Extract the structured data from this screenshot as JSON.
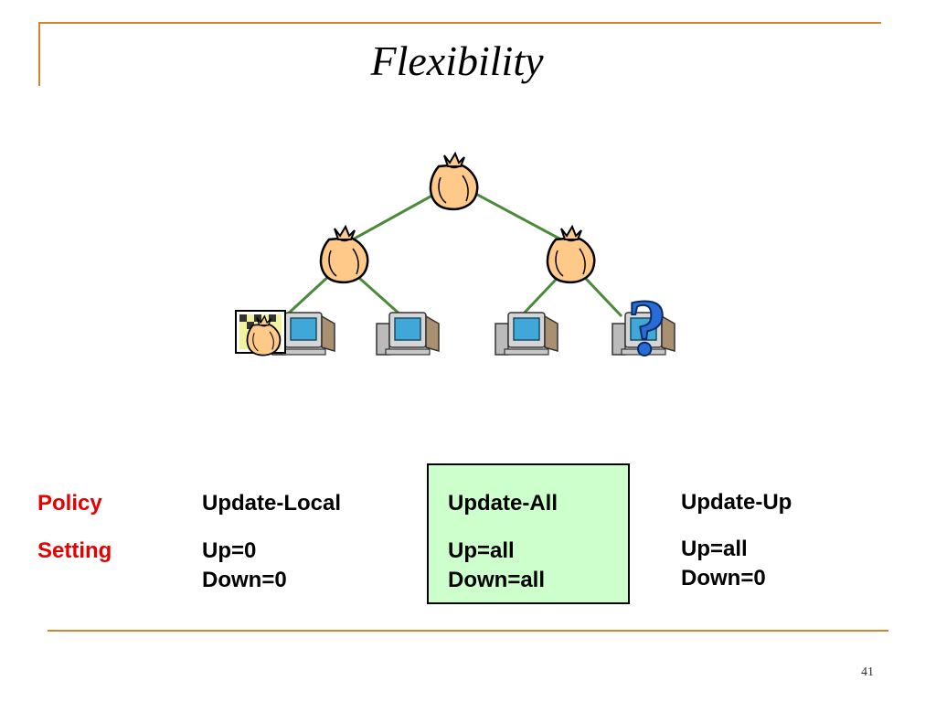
{
  "slide": {
    "title": "Flexibility",
    "page_number": "41"
  },
  "labels": {
    "policy": "Policy",
    "setting": "Setting"
  },
  "policies": [
    {
      "name": "Update-Local",
      "up": "Up=0",
      "down": "Down=0",
      "highlighted": false
    },
    {
      "name": "Update-All",
      "up": "Up=all",
      "down": "Down=all",
      "highlighted": true
    },
    {
      "name": "Update-Up",
      "up": "Up=all",
      "down": "Down=0",
      "highlighted": false
    }
  ],
  "diagram": {
    "edge_color": "#4a8a3a",
    "bag_color": "#ffc98a",
    "question_mark": "?",
    "nodes": [
      "root-bag",
      "left-bag",
      "right-bag",
      "computer-1",
      "computer-2",
      "computer-3",
      "computer-4"
    ]
  },
  "colors": {
    "accent_line": "#d9822b",
    "policy_label": "#e60000",
    "highlight_fill": "#ccffcc"
  }
}
